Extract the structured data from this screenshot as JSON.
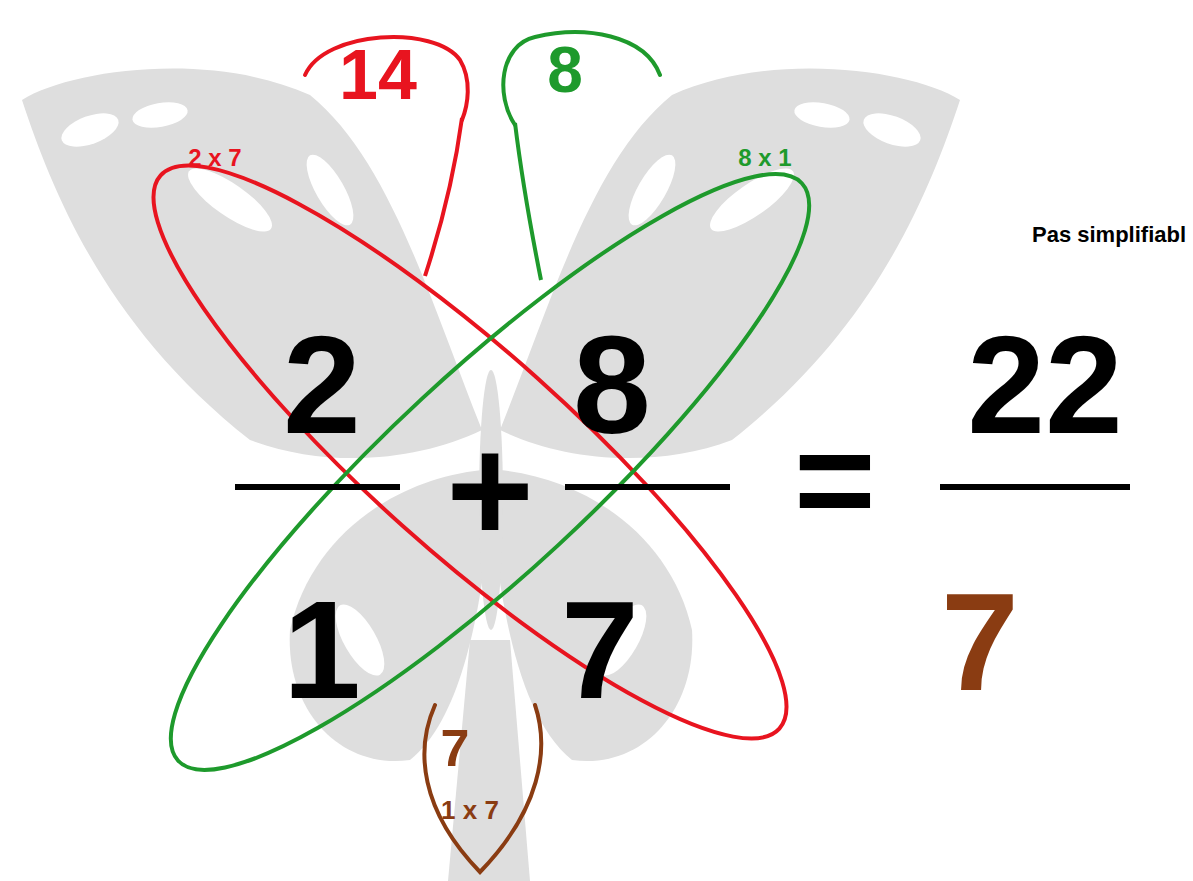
{
  "diagram": {
    "nodes": [
      {
        "text": [
          "14"
        ]
      },
      {
        "text": [
          "8"
        ]
      },
      {
        "text": [
          "7",
          "1 x 7"
        ]
      }
    ],
    "labels": [
      "2 x 7",
      "8 x 1",
      "Pas simplifiabl",
      "2",
      "+",
      "8",
      "=",
      "22",
      "1",
      "7",
      "7"
    ]
  }
}
